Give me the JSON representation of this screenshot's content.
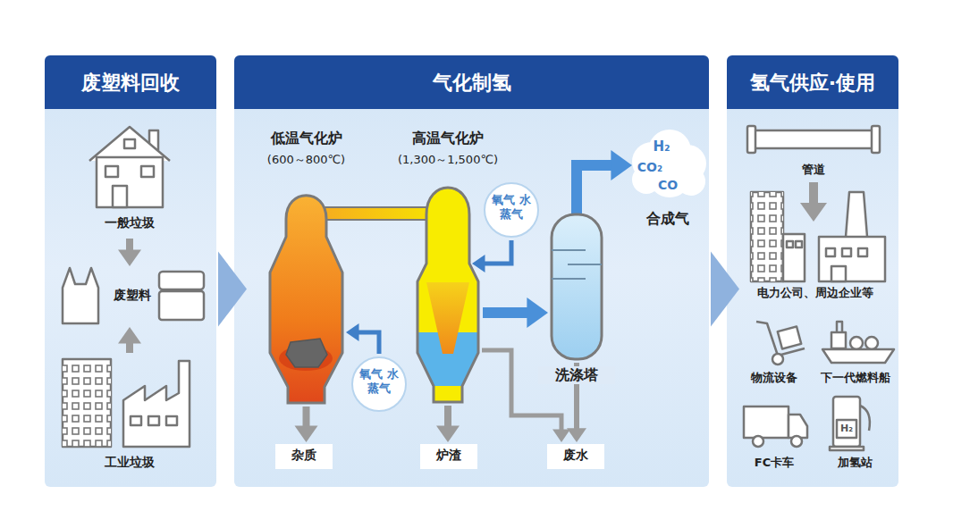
{
  "diagram": {
    "nodes": [
      {
        "text": [
          "废塑料回收"
        ]
      },
      {
        "text": [
          "一般垃圾"
        ],
        "in": 0
      },
      {
        "text": [
          "废塑料"
        ],
        "in": 0
      },
      {
        "text": [
          "工业垃圾"
        ],
        "in": 0
      },
      {
        "text": [
          "气化制氢"
        ]
      },
      {
        "text": [
          "低温气化炉",
          "(600～800℃)"
        ],
        "in": 4
      },
      {
        "text": [
          "高温气化炉",
          "(1,300～1,500℃)"
        ],
        "in": 4
      },
      {
        "text": [
          "洗涤塔"
        ],
        "in": 4
      },
      {
        "text": [
          "H₂",
          "CO₂",
          "CO",
          "合成气"
        ],
        "in": 4
      },
      {
        "text": [
          "杂质"
        ],
        "in": 4
      },
      {
        "text": [
          "炉渣"
        ],
        "in": 4
      },
      {
        "text": [
          "废水"
        ],
        "in": 4
      },
      {
        "text": [
          "氢气供应·使用"
        ]
      },
      {
        "text": [
          "管道"
        ],
        "in": 12
      },
      {
        "text": [
          "电力公司、周边企业等"
        ],
        "in": 12
      },
      {
        "text": [
          "物流设备"
        ],
        "in": 12
      },
      {
        "text": [
          "下一代燃料船"
        ],
        "in": 12
      },
      {
        "text": [
          "FC卡车"
        ],
        "in": 12
      },
      {
        "text": [
          "H₂",
          "加氢站"
        ],
        "in": 12
      },
      {
        "text": [
          "氧气 水蒸气"
        ],
        "in": 4
      },
      {
        "text": [
          "氧气 水蒸气"
        ],
        "in": 4
      }
    ],
    "edges": [
      {
        "from": 1,
        "to": 2,
        "arrow": "to"
      },
      {
        "from": 3,
        "to": 2,
        "arrow": "to"
      },
      {
        "from": 0,
        "to": 4,
        "arrow": "to"
      },
      {
        "from": 4,
        "to": 12,
        "arrow": "to"
      },
      {
        "from": 5,
        "to": 6,
        "arrow": "none"
      },
      {
        "from": 6,
        "to": 7,
        "arrow": "to"
      },
      {
        "from": 7,
        "to": 8,
        "arrow": "to"
      },
      {
        "from": 5,
        "to": 9,
        "arrow": "to"
      },
      {
        "from": 6,
        "to": 10,
        "arrow": "to"
      },
      {
        "from": 6,
        "to": 11,
        "arrow": "to"
      },
      {
        "from": 7,
        "to": 11,
        "arrow": "to"
      },
      {
        "from": 13,
        "to": 14,
        "arrow": "to"
      },
      {
        "from": 19,
        "to": 5,
        "arrow": "to"
      },
      {
        "from": 20,
        "to": 6,
        "arrow": "to"
      }
    ]
  }
}
